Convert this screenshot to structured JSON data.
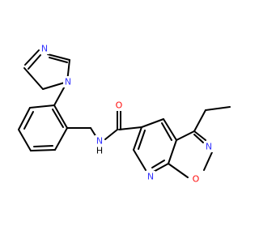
{
  "colors": {
    "bond": "#000000",
    "nitrogen": "#3333FF",
    "oxygen": "#FF0D0D",
    "background": "#FFFFFF"
  },
  "atoms": {
    "n_imid_top": "N",
    "n_imid_bottom": "N",
    "n_amide": "N",
    "h_amide": "H",
    "o_carbonyl": "O",
    "n_isoxazole": "N",
    "o_isoxazole": "O",
    "n_pyridine": "N"
  }
}
